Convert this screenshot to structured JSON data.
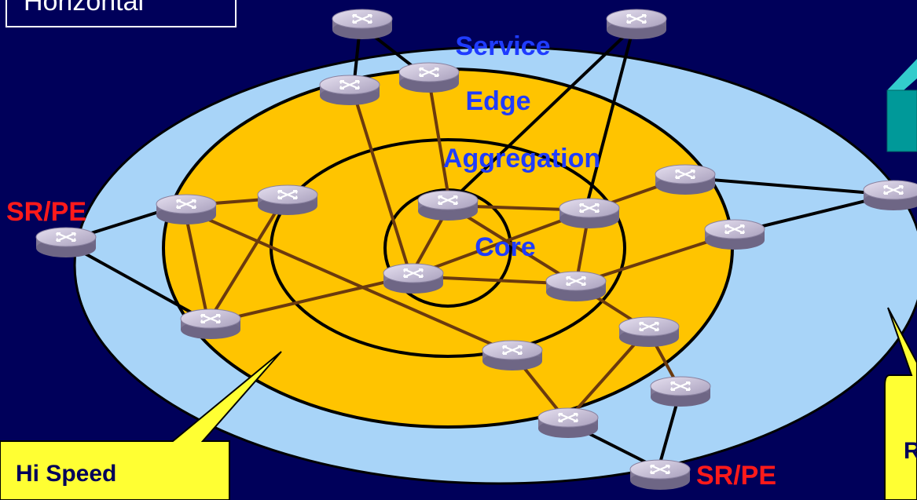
{
  "title_box": {
    "text": "Horizontal"
  },
  "rings": {
    "service": "Service",
    "edge": "Edge",
    "aggregation": "Aggregation",
    "core": "Core"
  },
  "sr_pe_left": "SR/PE",
  "sr_pe_bottom": "SR/PE",
  "callout_left": "Hi Speed",
  "callout_right": "R",
  "colors": {
    "background": "#00005a",
    "service_ring": "#a8d4f8",
    "edge_ring": "#ffc400",
    "ring_label": "#1f3cff",
    "sr_pe_label": "#ff1a1a",
    "callout_fill": "#ffff33",
    "link_brown": "#6b3a0e",
    "link_black": "#000000",
    "cube_teal": "#009999"
  },
  "icons": {
    "router": "router-icon"
  }
}
